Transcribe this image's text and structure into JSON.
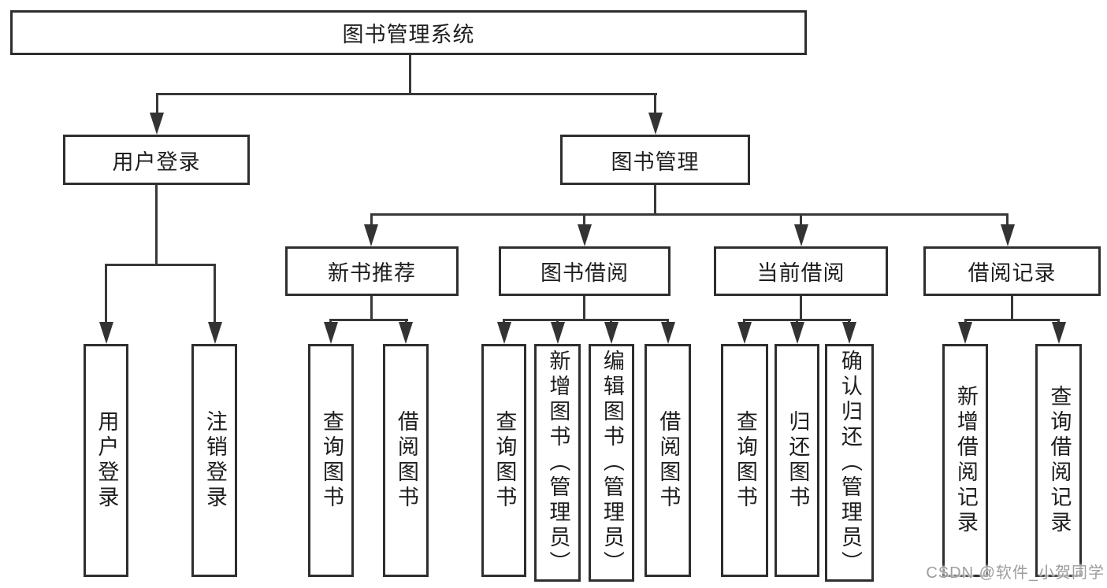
{
  "colors": {
    "background": "#ffffff",
    "line": "#383838",
    "border": "#2e2e2e",
    "text": "#1e1e1e",
    "watermark": "#9d9d9d"
  },
  "tree": {
    "root": {
      "label": "图书管理系统",
      "children": [
        {
          "label": "用户登录",
          "children": [
            {
              "label": "用户登录"
            },
            {
              "label": "注销登录"
            }
          ]
        },
        {
          "label": "图书管理",
          "children": [
            {
              "label": "新书推荐",
              "children": [
                {
                  "label": "查询图书"
                },
                {
                  "label": "借阅图书"
                }
              ]
            },
            {
              "label": "图书借阅",
              "children": [
                {
                  "label": "查询图书"
                },
                {
                  "label": "新增图书（管理员）"
                },
                {
                  "label": "编辑图书（管理员）"
                },
                {
                  "label": "借阅图书"
                }
              ]
            },
            {
              "label": "当前借阅",
              "children": [
                {
                  "label": "查询图书"
                },
                {
                  "label": "归还图书"
                },
                {
                  "label": "确认归还（管理员）"
                }
              ]
            },
            {
              "label": "借阅记录",
              "children": [
                {
                  "label": "新增借阅记录"
                },
                {
                  "label": "查询借阅记录"
                }
              ]
            }
          ]
        }
      ]
    }
  },
  "watermark": {
    "text": "CSDN @软件_小贺同学"
  }
}
